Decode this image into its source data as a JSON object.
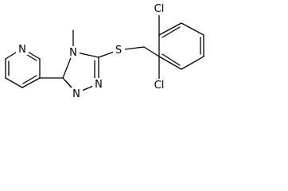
{
  "molecule": {
    "atoms": {
      "pyridine_n": "N",
      "triazole_n4": "N",
      "triazole_n1": "N",
      "triazole_n2": "N",
      "sulfur": "S",
      "chlorine_top": "Cl",
      "chlorine_bottom": "Cl"
    }
  }
}
